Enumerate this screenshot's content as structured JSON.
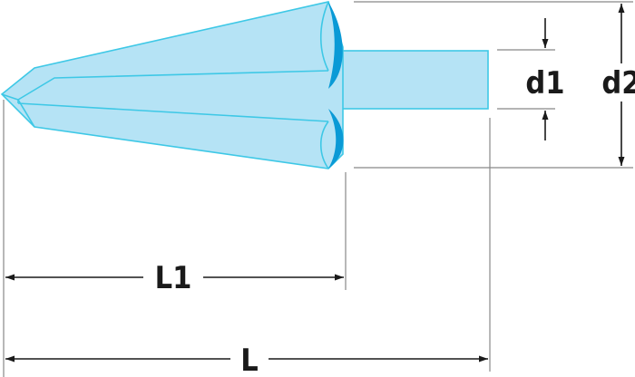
{
  "diagram": {
    "labels": {
      "d1": "d1",
      "d2": "d2",
      "L1": "L1",
      "L": "L"
    },
    "colors": {
      "tool_fill": "#b5e3f5",
      "tool_stroke": "#3ec8e6",
      "flute_dark": "#0a9ad6",
      "dimension_line": "#1a1a1a",
      "extension_line": "#888888"
    }
  }
}
